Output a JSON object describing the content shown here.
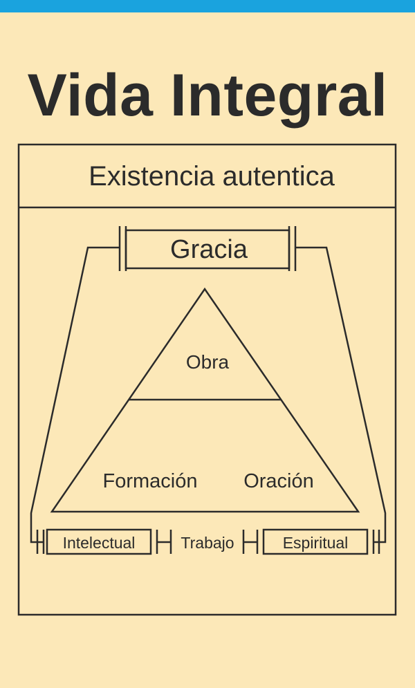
{
  "colors": {
    "background": "#fce8b8",
    "top_bar": "#1aa3de",
    "ink": "#2b2b2b"
  },
  "title": "Vida Integral",
  "diagram": {
    "header": "Existencia autentica",
    "top_box": "Gracia",
    "pyramid_top": "Obra",
    "pyramid_left": "Formación",
    "pyramid_right": "Oración",
    "bottom_left": "Intelectual",
    "bottom_middle": "Trabajo",
    "bottom_right": "Espiritual"
  }
}
